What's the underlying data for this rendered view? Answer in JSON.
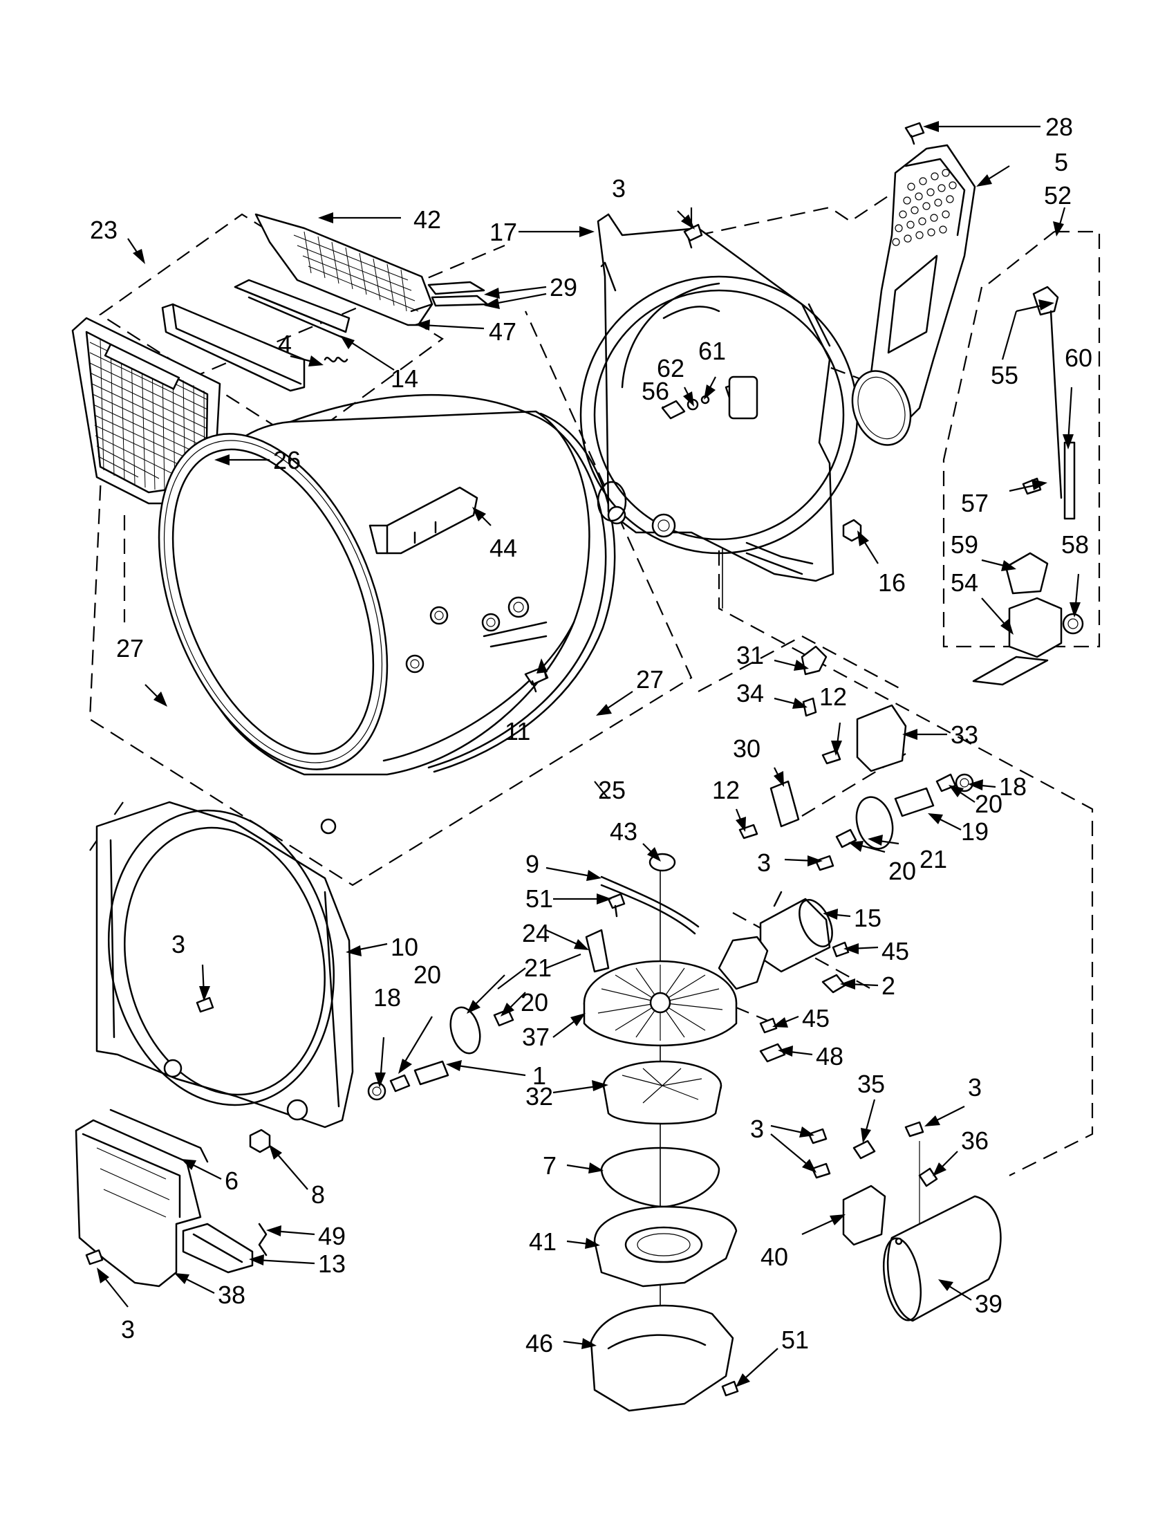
{
  "diagram": {
    "labels": [
      "28",
      "5",
      "52",
      "3",
      "42",
      "23",
      "17",
      "29",
      "47",
      "4",
      "14",
      "55",
      "60",
      "62",
      "61",
      "56",
      "26",
      "44",
      "57",
      "59",
      "58",
      "54",
      "16",
      "27",
      "27",
      "31",
      "34",
      "12",
      "33",
      "18",
      "11",
      "30",
      "12",
      "20",
      "25",
      "19",
      "43",
      "21",
      "3",
      "20",
      "9",
      "51",
      "15",
      "24",
      "21",
      "45",
      "10",
      "3",
      "18",
      "20",
      "20",
      "2",
      "37",
      "45",
      "48",
      "1",
      "32",
      "35",
      "3",
      "3",
      "36",
      "7",
      "6",
      "8",
      "49",
      "13",
      "41",
      "40",
      "39",
      "38",
      "3",
      "46",
      "51"
    ]
  }
}
